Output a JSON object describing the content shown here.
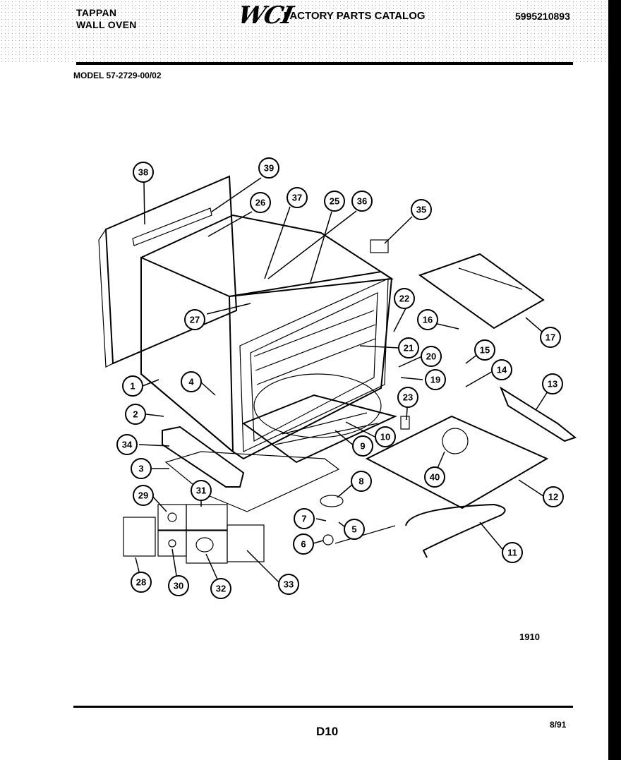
{
  "header": {
    "brand_line1": "TAPPAN",
    "brand_line2": "WALL OVEN",
    "logo": "WCI",
    "catalog_title": "FACTORY PARTS CATALOG",
    "catalog_number": "5995210893"
  },
  "model_label": "MODEL 57-2729-00/02",
  "figure_number": "1910",
  "page_code": "D10",
  "date": "8/91",
  "callouts": [
    "1",
    "2",
    "3",
    "4",
    "5",
    "6",
    "7",
    "8",
    "9",
    "10",
    "11",
    "12",
    "13",
    "14",
    "15",
    "16",
    "17",
    "19",
    "20",
    "21",
    "22",
    "23",
    "25",
    "26",
    "27",
    "28",
    "29",
    "30",
    "31",
    "32",
    "33",
    "34",
    "35",
    "36",
    "37",
    "38",
    "39",
    "40"
  ]
}
